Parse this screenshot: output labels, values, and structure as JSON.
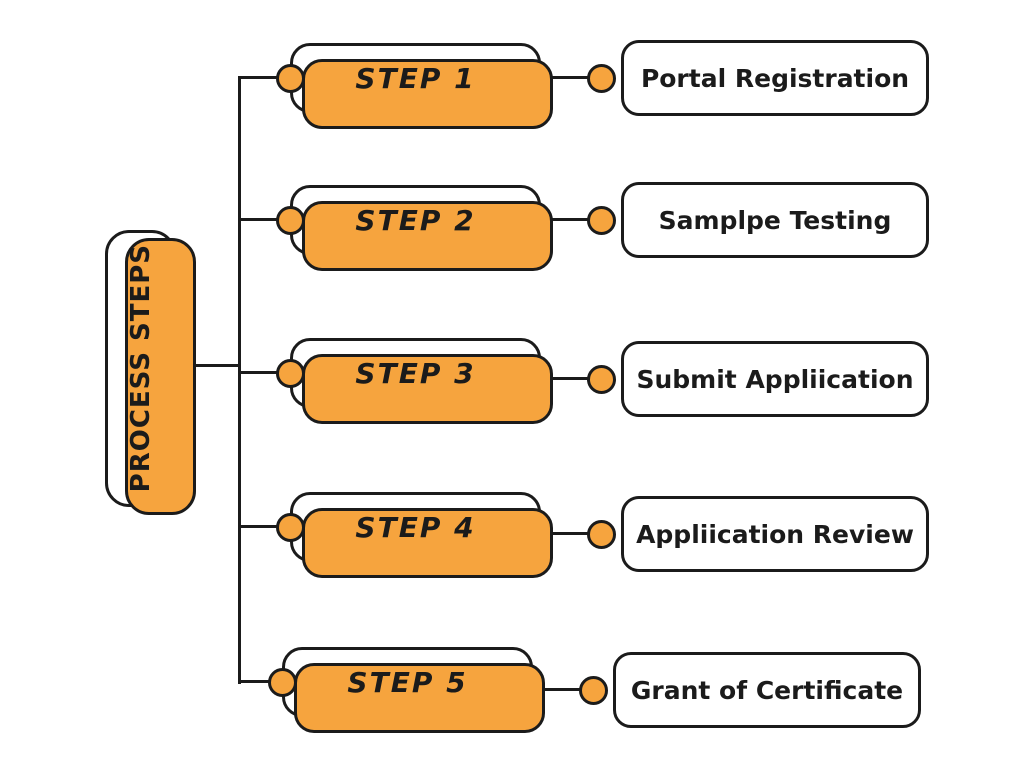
{
  "root": {
    "label": "PROCESS STEPS"
  },
  "rows": [
    {
      "step": "STEP 1",
      "description": "Portal Registration"
    },
    {
      "step": "STEP 2",
      "description": "Samplpe Testing"
    },
    {
      "step": "STEP 3",
      "description": "Submit Appliication"
    },
    {
      "step": "STEP 4",
      "description": "Appliication Review"
    },
    {
      "step": "STEP 5",
      "description": "Grant of Certificate"
    }
  ],
  "colors": {
    "accent_orange": "#F6A43E",
    "outline_black": "#1B1B1B",
    "background": "#FFFFFF"
  }
}
